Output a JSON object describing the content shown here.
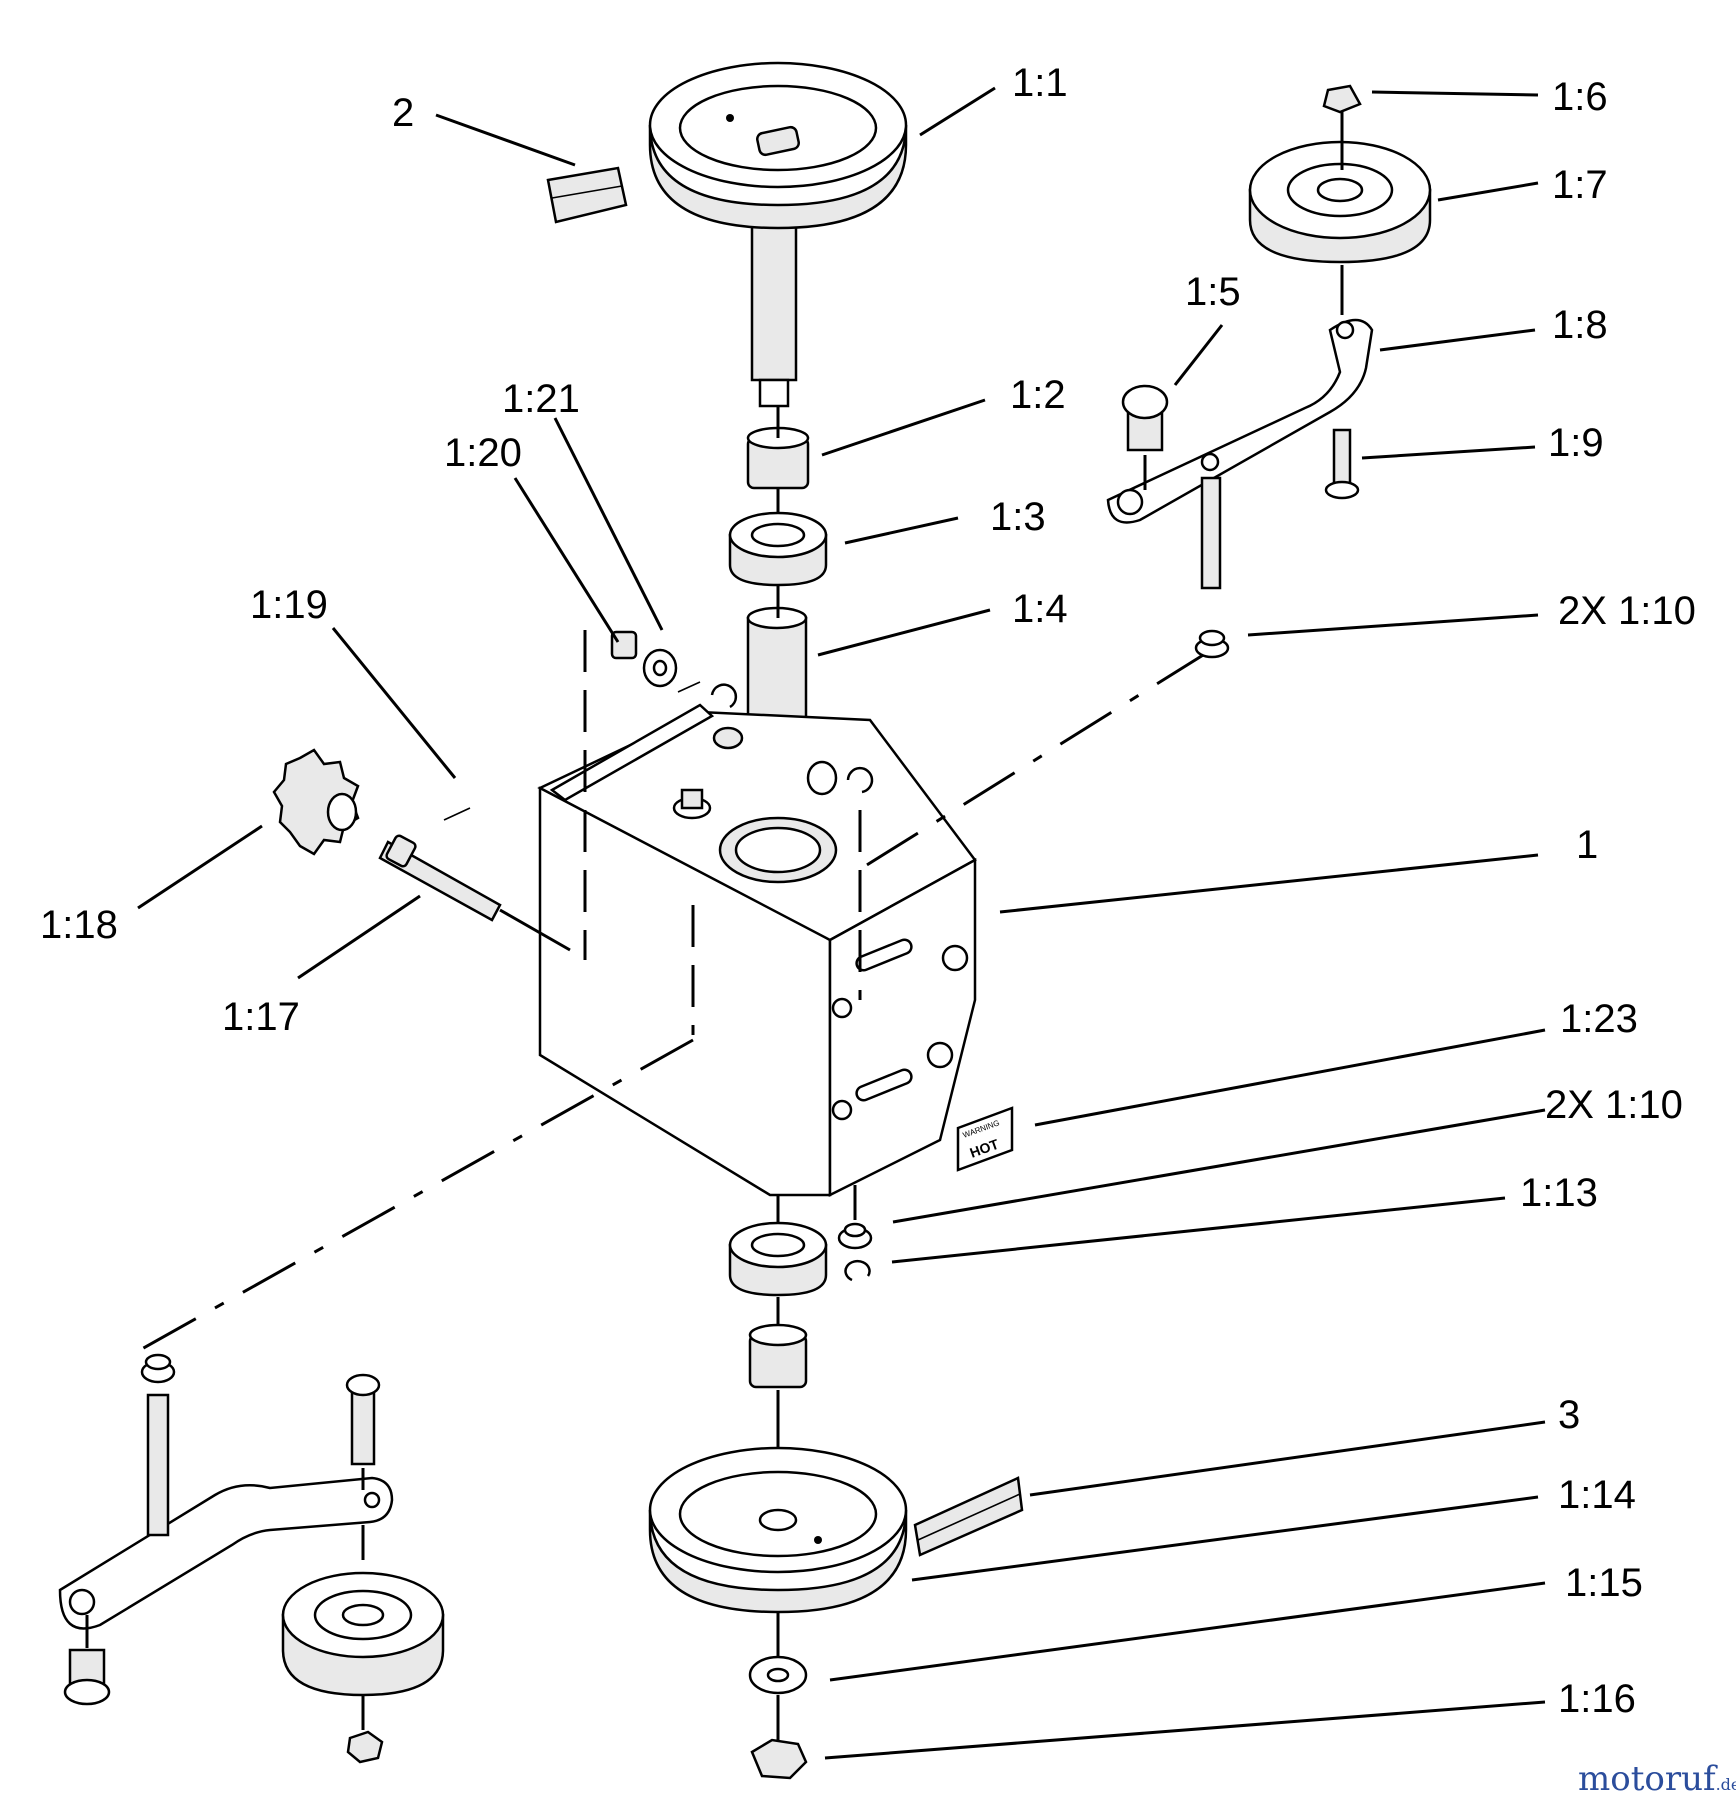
{
  "labels": {
    "l_2": "2",
    "l_1_1": "1:1",
    "l_1_6": "1:6",
    "l_1_7": "1:7",
    "l_1_5": "1:5",
    "l_1_8": "1:8",
    "l_1_21": "1:21",
    "l_1_2": "1:2",
    "l_1_20": "1:20",
    "l_1_9": "1:9",
    "l_1_3": "1:3",
    "l_1_19": "1:19",
    "l_1_4": "1:4",
    "l_2x_1_10_top": "2X 1:10",
    "l_1": "1",
    "l_1_18": "1:18",
    "l_1_17": "1:17",
    "l_1_23": "1:23",
    "l_2x_1_10_bottom": "2X 1:10",
    "l_1_13": "1:13",
    "l_3": "3",
    "l_1_14": "1:14",
    "l_1_15": "1:15",
    "l_1_16": "1:16"
  },
  "decal_text": {
    "warning": "WARNING",
    "hot": "HOT"
  },
  "watermark": {
    "brand": "motoruf",
    "tld": ".de"
  }
}
